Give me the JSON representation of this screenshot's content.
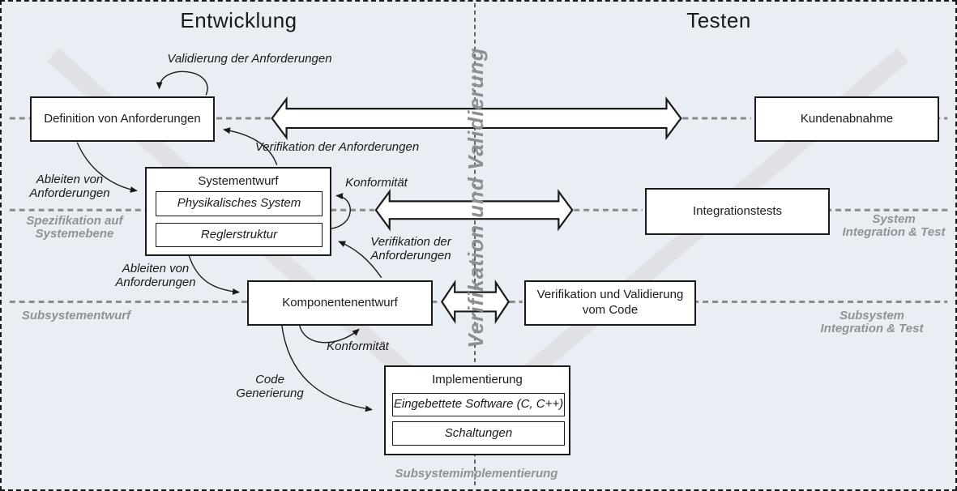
{
  "header": {
    "left_title": "Entwicklung",
    "right_title": "Testen"
  },
  "center_axis": {
    "label": "Verifikation und Validierung"
  },
  "boxes": {
    "definition": "Definition von Anforderungen",
    "kundenabnahme": "Kundenabnahme",
    "systementwurf": {
      "title": "Systementwurf",
      "items": [
        "Physikalisches System",
        "Reglerstruktur"
      ]
    },
    "integrationstests": "Integrationstests",
    "komponentenentwurf": "Komponentenentwurf",
    "vv_code": "Verifikation und Validierung vom Code",
    "implementierung": {
      "title": "Implementierung",
      "items": [
        "Eingebettete Software (C, C++)",
        "Schaltungen"
      ]
    }
  },
  "connector_labels": {
    "validierung_der_anforderungen": "Validierung der Anforderungen",
    "verifikation_der_anforderungen_top": "Verifikation der Anforderungen",
    "ableiten_von_anforderungen_1": "Ableiten von\nAnforderungen",
    "konformitaet_1": "Konformität",
    "verifikation_der_anforderungen_2": "Verifikation der\nAnforderungen",
    "ableiten_von_anforderungen_2": "Ableiten von\nAnforderungen",
    "konformitaet_2": "Konformität",
    "code_generierung": "Code\nGenerierung"
  },
  "level_labels": {
    "spezifikation": "Spezifikation auf\nSystemebene",
    "system_integration_test": "System\nIntegration & Test",
    "subsystementwurf": "Subsystementwurf",
    "subsystem_integration_test": "Subsystem\nIntegration & Test",
    "subsystemimplementierung": "Subsystemimplementierung"
  },
  "colors": {
    "background": "#e9edf4",
    "watermark_v": "#dfe1e5",
    "dashed_level_line": "#8a8a8a",
    "gray_text": "#8f9296",
    "line_black": "#1a1a1a",
    "box_fill": "#ffffff"
  }
}
